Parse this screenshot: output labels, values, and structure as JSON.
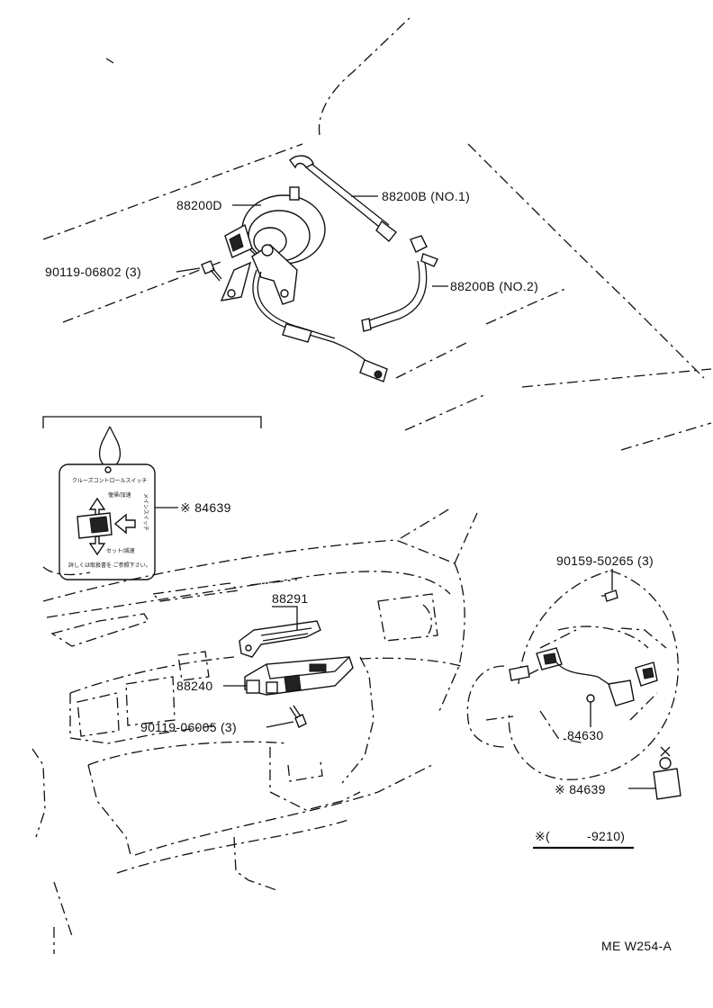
{
  "diagram": {
    "callouts": {
      "actuator": "88200D",
      "cable_no1": "88200B (NO.1)",
      "cable_no2": "88200B (NO.2)",
      "actuator_bolt": "90119-06802 (3)",
      "caution_label": "※ 84639",
      "computer_bracket": "88291",
      "computer": "88240",
      "computer_bolt": "90119-06005 (3)",
      "switch_screw": "90159-50265 (3)",
      "control_switch": "84630",
      "switch_label": "※ 84639"
    },
    "label_card": {
      "line1": "クルーズコントロールスイッチ",
      "resume": "復帰/加速",
      "main_switch": "メインスイッチ",
      "set": "セット/減速",
      "note": "詳しくは取扱書を ご参照下さい。"
    },
    "footnote": {
      "prefix": "※(",
      "range": "-9210)"
    },
    "reference_code": "ME  W254-A"
  }
}
